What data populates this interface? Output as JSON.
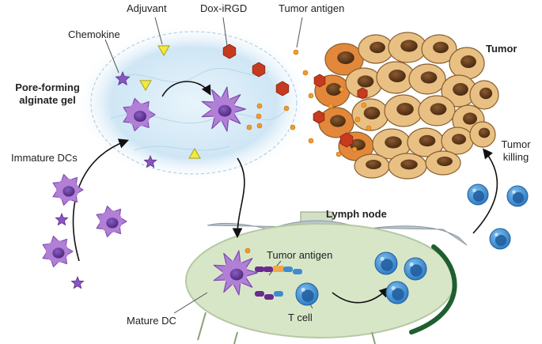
{
  "labels": {
    "adjuvant": "Adjuvant",
    "dox_irgd": "Dox-iRGD",
    "tumor_antigen_top": "Tumor antigen",
    "chemokine": "Chemokine",
    "gel_line1": "Pore-forming",
    "gel_line2": "alginate gel",
    "tumor": "Tumor",
    "immature_dcs": "Immature DCs",
    "lymph_node": "Lymph node",
    "tumor_antigen_ln": "Tumor antigen",
    "killing_line1": "Tumor",
    "killing_line2": "killing",
    "mature_dc": "Mature DC",
    "t_cell": "T cell"
  },
  "colors": {
    "gel": "#cfe6f5",
    "dc": "#b27fd6",
    "dc_nucleus": "#6b3b9e",
    "chemokine": "#8b55c0",
    "adjuvant": "#f2ea3c",
    "dox": "#c63a1f",
    "antigen": "#f39a2e",
    "tumor_cell": "#e9c083",
    "tumor_nucleus": "#6a3d1c",
    "lymph_node": "#d8e6c8",
    "lymph_border": "#1f5e30",
    "t_cell": "#3a8ad0"
  }
}
